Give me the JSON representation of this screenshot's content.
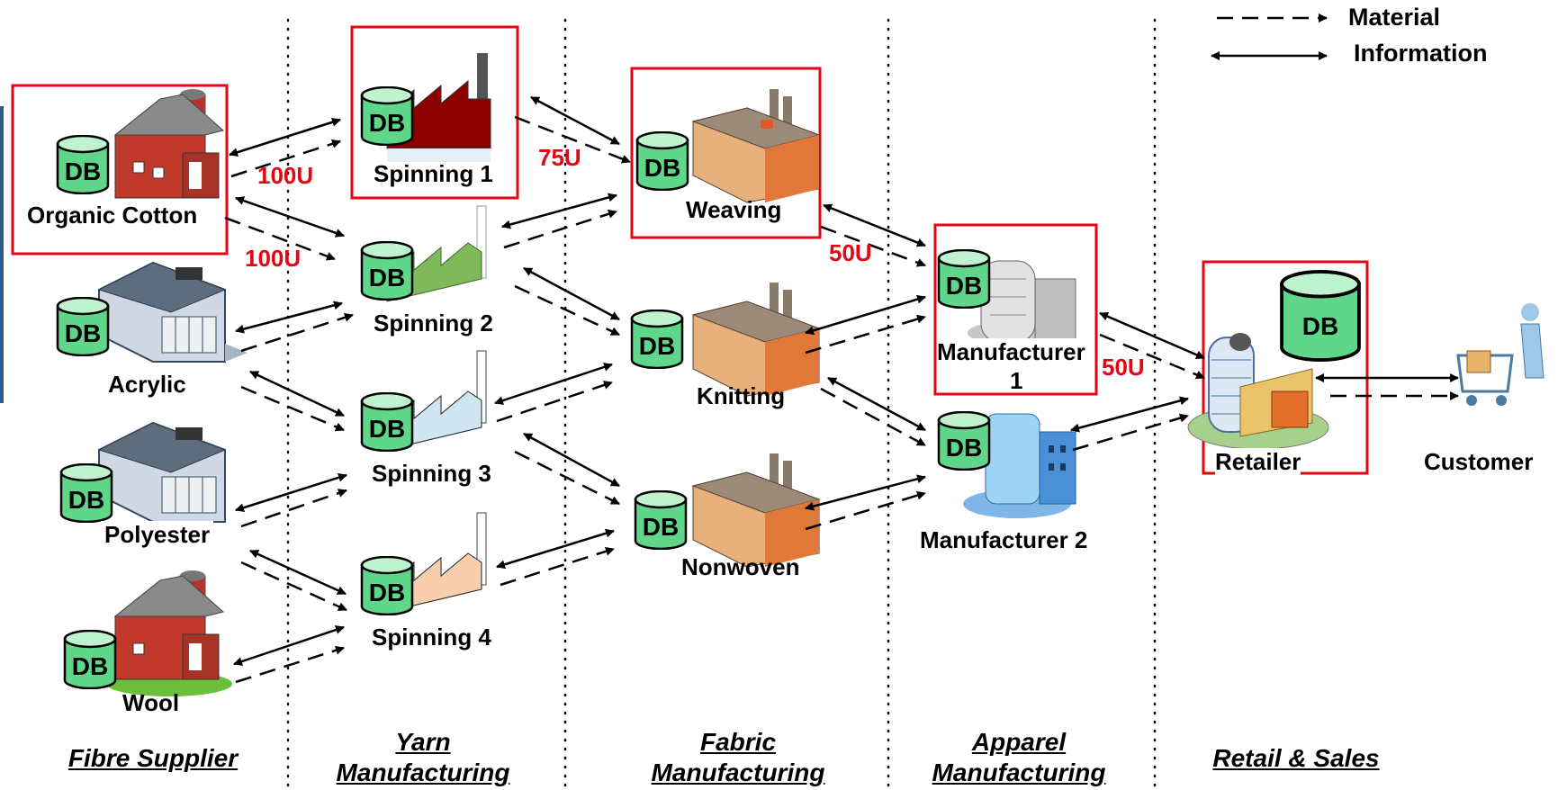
{
  "colors": {
    "highlight": "#e30613",
    "db_fill": "#5fd68a",
    "db_top": "#bff2cf"
  },
  "legend": {
    "material": "Material",
    "information": "Information"
  },
  "db_label": "DB",
  "stages": [
    {
      "line1": "Fibre Supplier",
      "line2": ""
    },
    {
      "line1": "Yarn",
      "line2": "Manufacturing"
    },
    {
      "line1": "Fabric",
      "line2": "Manufacturing"
    },
    {
      "line1": "Apparel",
      "line2": "Manufacturing"
    },
    {
      "line1": "Retail & Sales",
      "line2": ""
    }
  ],
  "nodes": {
    "organic_cotton": {
      "label": "Organic Cotton",
      "icon": "barn-icon",
      "highlighted": true
    },
    "acrylic": {
      "label": "Acrylic",
      "icon": "warehouse-icon"
    },
    "polyester": {
      "label": "Polyester",
      "icon": "warehouse-icon"
    },
    "wool": {
      "label": "Wool",
      "icon": "barn-icon"
    },
    "spinning_1": {
      "label": "Spinning 1",
      "icon": "spinning-factory-icon",
      "highlighted": true
    },
    "spinning_2": {
      "label": "Spinning 2",
      "icon": "spinning-factory-icon"
    },
    "spinning_3": {
      "label": "Spinning 3",
      "icon": "spinning-factory-icon"
    },
    "spinning_4": {
      "label": "Spinning 4",
      "icon": "spinning-factory-icon"
    },
    "weaving": {
      "label": "Weaving",
      "icon": "fabric-factory-icon",
      "highlighted": true
    },
    "knitting": {
      "label": "Knitting",
      "icon": "fabric-factory-icon"
    },
    "nonwoven": {
      "label": "Nonwoven",
      "icon": "fabric-factory-icon"
    },
    "manufacturer_1": {
      "label_line1": "Manufacturer",
      "label_line2": "1",
      "icon": "office-building-icon",
      "highlighted": true
    },
    "manufacturer_2": {
      "label": "Manufacturer 2",
      "icon": "office-building-icon"
    },
    "retailer": {
      "label": "Retailer",
      "icon": "retail-building-icon",
      "highlighted": true
    },
    "customer": {
      "label": "Customer",
      "icon": "shopping-cart-customer-icon"
    }
  },
  "quantities": [
    {
      "label": "100U",
      "edge": "organic_cotton-spinning_1"
    },
    {
      "label": "100U",
      "edge": "organic_cotton-spinning_2"
    },
    {
      "label": "75U",
      "edge": "spinning_1-weaving"
    },
    {
      "label": "50U",
      "edge": "weaving-manufacturer_1"
    },
    {
      "label": "50U",
      "edge": "manufacturer_1-retailer"
    }
  ]
}
